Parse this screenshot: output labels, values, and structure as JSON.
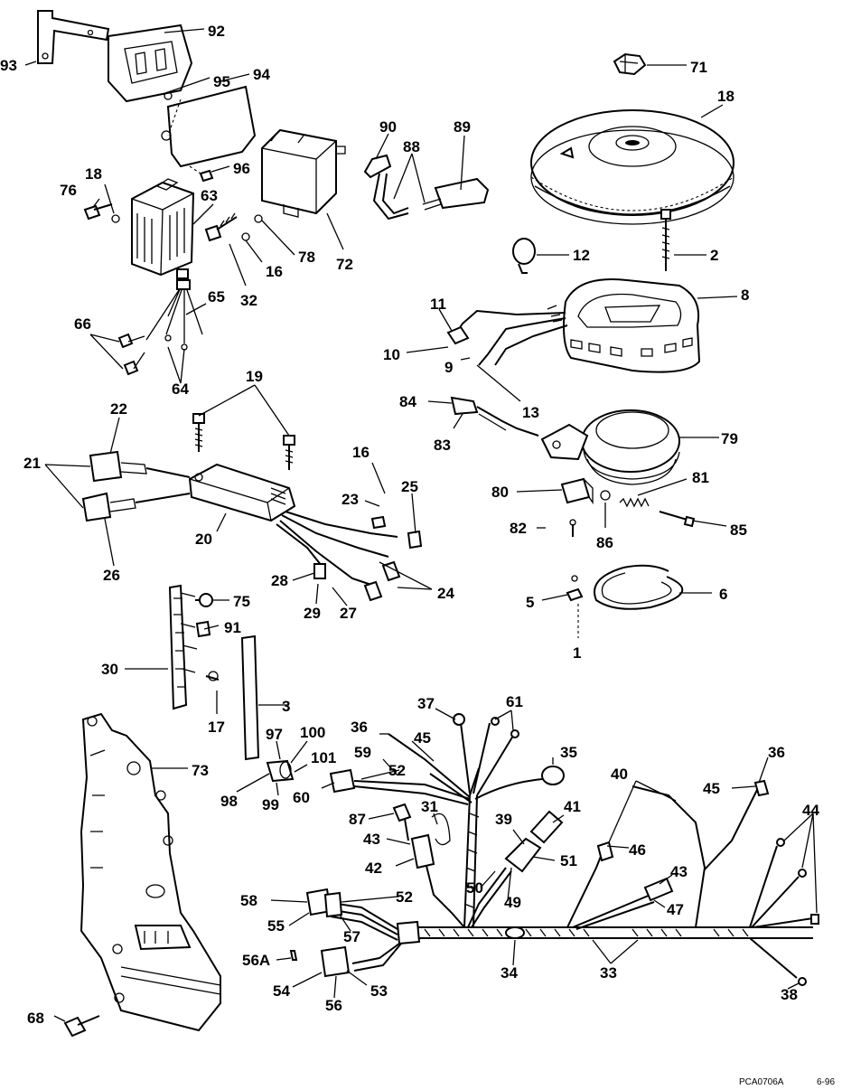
{
  "labels": {
    "p93": "93",
    "p92": "92",
    "p95": "95",
    "p94": "94",
    "p96": "96",
    "p71": "71",
    "p18a": "18",
    "p18b": "18",
    "p76": "76",
    "p63": "63",
    "p90": "90",
    "p88": "88",
    "p89": "89",
    "p78": "78",
    "p72": "72",
    "p16a": "16",
    "p32": "32",
    "p12": "12",
    "p2": "2",
    "p8": "8",
    "p11": "11",
    "p10": "10",
    "p9": "9",
    "p13": "13",
    "p65": "65",
    "p66": "66",
    "p64": "64",
    "p19": "19",
    "p22": "22",
    "p84": "84",
    "p83": "83",
    "p79": "79",
    "p21": "21",
    "p16b": "16",
    "p23": "23",
    "p25": "25",
    "p20": "20",
    "p26": "26",
    "p80": "80",
    "p81": "81",
    "p82": "82",
    "p86": "86",
    "p85": "85",
    "p28": "28",
    "p24": "24",
    "p29": "29",
    "p27": "27",
    "p75": "75",
    "p5": "5",
    "p6": "6",
    "p91": "91",
    "p1": "1",
    "p30": "30",
    "p17": "17",
    "p3": "3",
    "p37": "37",
    "p61": "61",
    "p36a": "36",
    "p45a": "45",
    "p97": "97",
    "p100": "100",
    "p101": "101",
    "p59": "59",
    "p35": "35",
    "p36b": "36",
    "p73": "73",
    "p52a": "52",
    "p98": "98",
    "p99": "99",
    "p60": "60",
    "p40": "40",
    "p45b": "45",
    "p44": "44",
    "p87": "87",
    "p31": "31",
    "p39": "39",
    "p41": "41",
    "p43a": "43",
    "p46": "46",
    "p42": "42",
    "p51": "51",
    "p43b": "43",
    "p50": "50",
    "p58": "58",
    "p52b": "52",
    "p49": "49",
    "p47": "47",
    "p55": "55",
    "p57": "57",
    "p56A": "56A",
    "p34": "34",
    "p33": "33",
    "p38": "38",
    "p54": "54",
    "p53": "53",
    "p68": "68",
    "p56": "56"
  },
  "footer": {
    "code": "PCA0706A",
    "date": "6-96"
  }
}
